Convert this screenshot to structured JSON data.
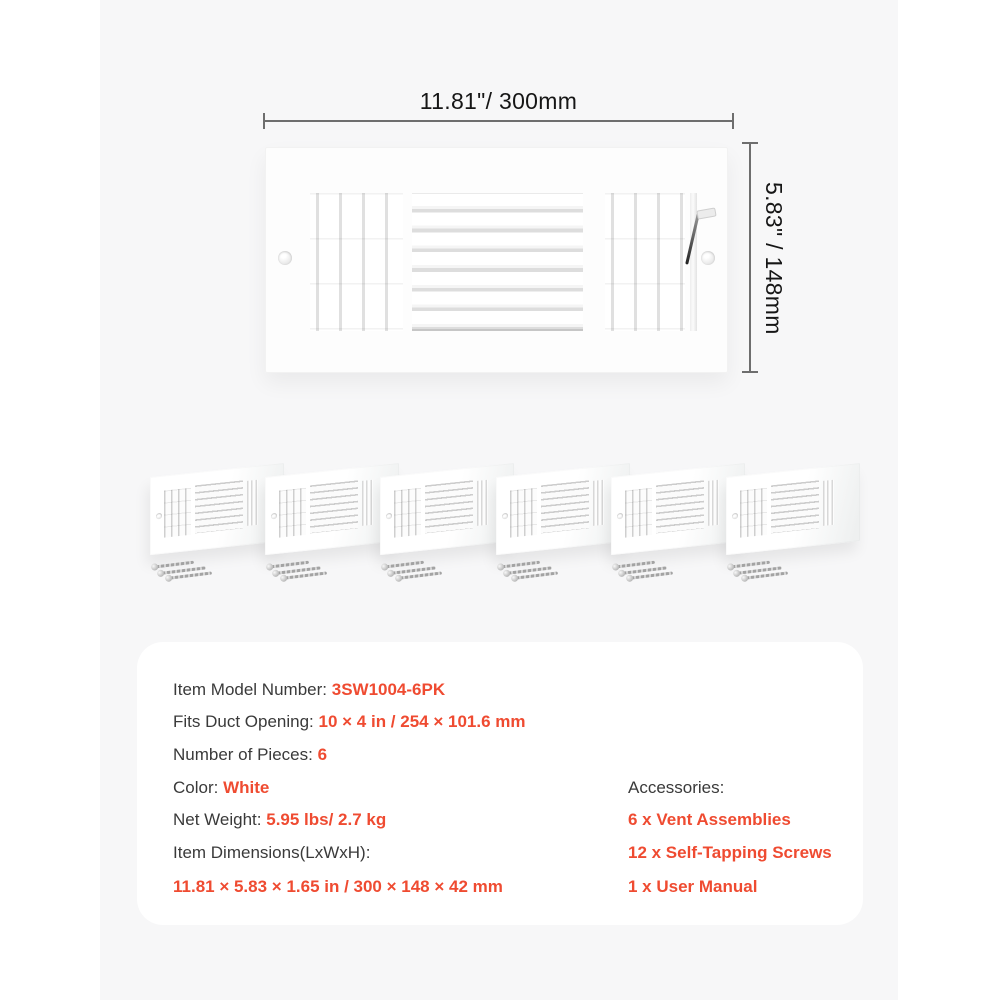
{
  "colors": {
    "accent_red": "#ef4b31",
    "canvas_bg": "#f7f7f8",
    "panel_bg": "#ffffff",
    "dimension_line": "#6e6e6e",
    "label_text": "#3a3a3a"
  },
  "diagram": {
    "width_label": "11.81\"/ 300mm",
    "height_label": "5.83\" / 148mm"
  },
  "gallery": {
    "unit_count": 6,
    "unit_description": "vent assembly with screws"
  },
  "specs": {
    "rows": [
      {
        "label": "Item Model Number: ",
        "value": "3SW1004-6PK"
      },
      {
        "label": "Fits Duct Opening: ",
        "value": "10 × 4 in / 254 × 101.6 mm"
      },
      {
        "label": "Number of Pieces: ",
        "value": "6"
      },
      {
        "label": "Color: ",
        "value": "White"
      },
      {
        "label": "Net Weight: ",
        "value": "5.95 lbs/ 2.7 kg"
      },
      {
        "label": "Item Dimensions(LxWxH):",
        "value": ""
      },
      {
        "label": "",
        "value": "11.81 × 5.83 × 1.65 in / 300 × 148 × 42 mm"
      }
    ],
    "accessories": {
      "title": "Accessories:",
      "items": [
        "6 x Vent Assemblies",
        "12 x Self-Tapping Screws",
        "1 x User Manual"
      ]
    }
  }
}
